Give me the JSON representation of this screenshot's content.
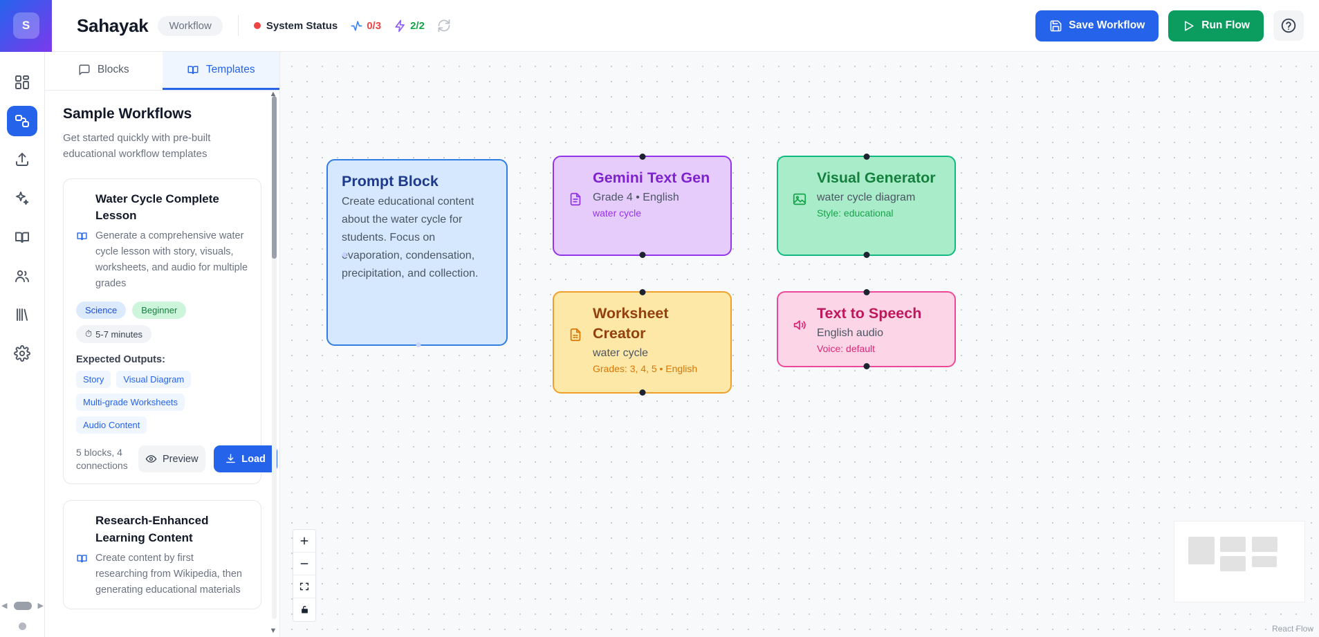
{
  "topbar": {
    "brand_initial": "S",
    "app_title": "Sahayak",
    "workflow_pill": "Workflow",
    "status_label": "System Status",
    "metric_activity": "0/3",
    "metric_bolt": "2/2",
    "save_label": "Save Workflow",
    "run_label": "Run Flow"
  },
  "rail": {
    "items": [
      {
        "icon": "grid-dashboard-icon",
        "active": false
      },
      {
        "icon": "workflow-icon",
        "active": true
      },
      {
        "icon": "upload-icon",
        "active": false
      },
      {
        "icon": "sparkles-icon",
        "active": false
      },
      {
        "icon": "book-open-icon",
        "active": false
      },
      {
        "icon": "users-icon",
        "active": false
      },
      {
        "icon": "library-icon",
        "active": false
      },
      {
        "icon": "gear-icon",
        "active": false
      }
    ]
  },
  "panel": {
    "tabs": [
      {
        "label": "Blocks",
        "icon": "message-square-icon",
        "active": false
      },
      {
        "label": "Templates",
        "icon": "book-open-icon",
        "active": true
      }
    ],
    "heading": "Sample Workflows",
    "subheading": "Get started quickly with pre-built educational workflow templates",
    "outputs_label": "Expected Outputs:",
    "preview_label": "Preview",
    "load_label": "Load",
    "templates": [
      {
        "title": "Water Cycle Complete Lesson",
        "description": "Generate a comprehensive water cycle lesson with story, visuals, worksheets, and audio for multiple grades",
        "category": "Science",
        "level": "Beginner",
        "duration": "5-7 minutes",
        "outputs": [
          "Story",
          "Visual Diagram",
          "Multi-grade Worksheets",
          "Audio Content"
        ],
        "counts": "5 blocks, 4 connections"
      },
      {
        "title": "Research-Enhanced Learning Content",
        "description": "Create content by first researching from Wikipedia, then generating educational materials"
      }
    ]
  },
  "canvas": {
    "nodes": [
      {
        "id": "prompt",
        "title": "Prompt Block",
        "text": "Create educational content about the water cycle for students. Focus on evaporation, condensation, precipitation, and collection.",
        "icon": "none"
      },
      {
        "id": "gemini",
        "title": "Gemini Text Gen",
        "subtitle": "Grade 4 • English",
        "meta": "water cycle",
        "icon": "document-text-icon"
      },
      {
        "id": "visual",
        "title": "Visual Generator",
        "subtitle": "water cycle diagram",
        "meta": "Style: educational",
        "icon": "image-icon"
      },
      {
        "id": "worksheet",
        "title": "Worksheet Creator",
        "subtitle": "water cycle",
        "meta": "Grades: 3, 4, 5 • English",
        "icon": "document-list-icon"
      },
      {
        "id": "tts",
        "title": "Text to Speech",
        "subtitle": "English audio",
        "meta": "Voice: default",
        "icon": "speaker-icon"
      }
    ],
    "zoom_controls": [
      "zoom-in",
      "zoom-out",
      "fit-view",
      "lock"
    ],
    "attribution": "React Flow"
  },
  "colors": {
    "accent": "#2563eb",
    "run": "#0a9d5f",
    "status_dot": "#ef4444",
    "metric_red": "#ef4444",
    "metric_green": "#16a34a"
  }
}
